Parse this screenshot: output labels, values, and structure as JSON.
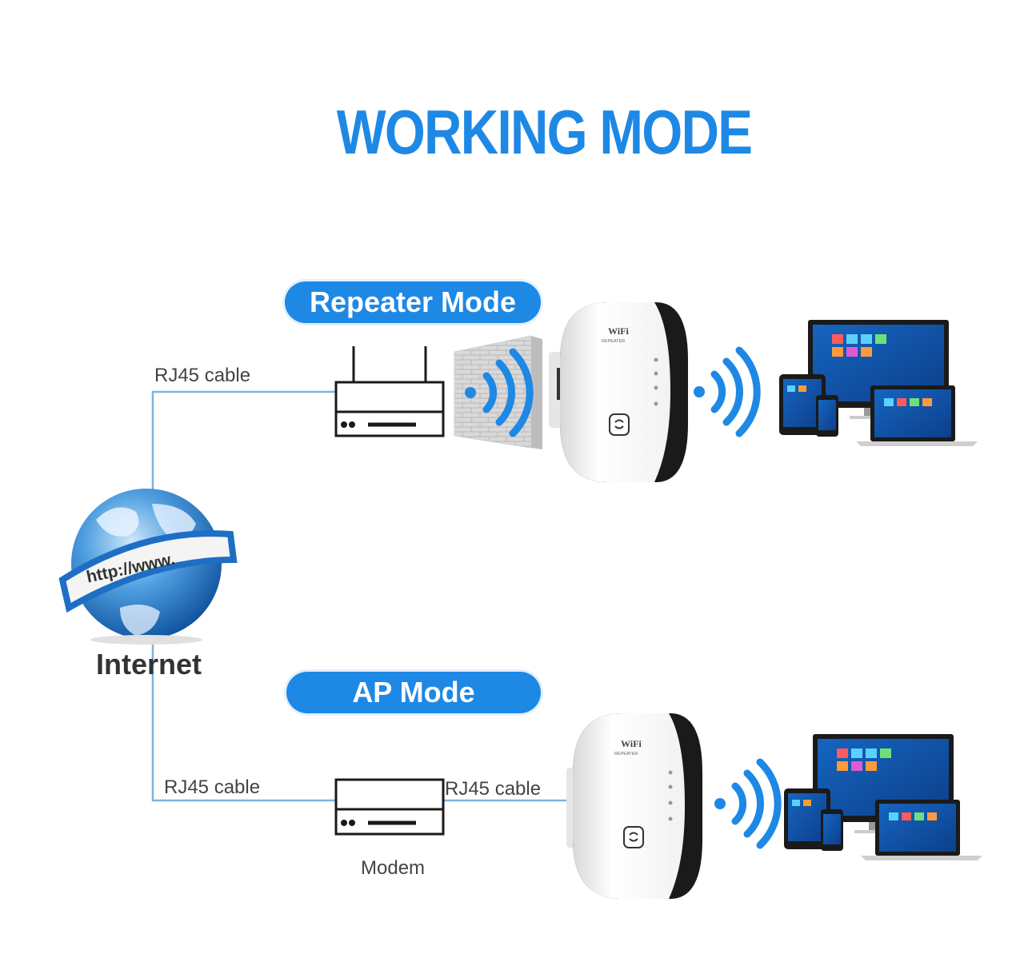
{
  "title": "WORKING MODE",
  "internet": {
    "label": "Internet",
    "globe_text": "http://www."
  },
  "repeater_mode": {
    "label": "Repeater Mode",
    "cable_label": "RJ45 cable"
  },
  "ap_mode": {
    "label": "AP Mode",
    "cable_left_label": "RJ45 cable",
    "cable_right_label": "RJ45 cable",
    "modem_label": "Modem"
  },
  "device_brand": {
    "line1": "WiFi",
    "line2": "REPEATER"
  },
  "colors": {
    "accent": "#1e88e5",
    "line": "#7fb3de",
    "device_dark": "#1a1a1a",
    "text": "#444444"
  }
}
